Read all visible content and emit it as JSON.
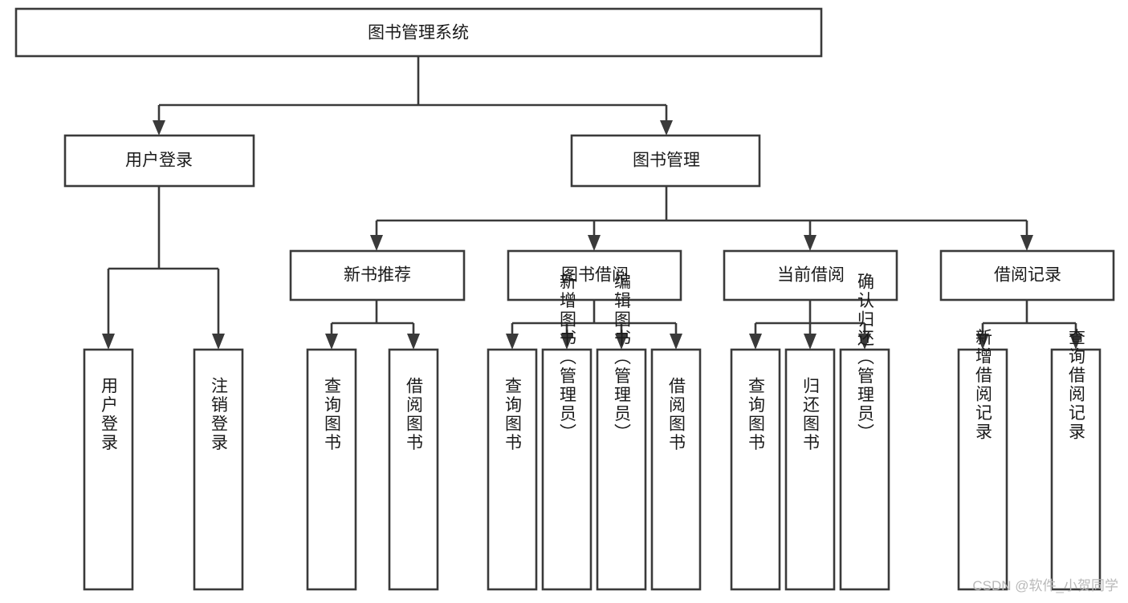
{
  "diagram": {
    "type": "tree",
    "title": "图书管理系统",
    "watermark": "CSDN @软件_小贺同学",
    "nodes": {
      "root": {
        "label": "图书管理系统"
      },
      "level2": [
        {
          "label": "用户登录"
        },
        {
          "label": "图书管理"
        }
      ],
      "level3": [
        {
          "label": "新书推荐"
        },
        {
          "label": "图书借阅"
        },
        {
          "label": "当前借阅"
        },
        {
          "label": "借阅记录"
        }
      ],
      "leaves_user_login": [
        {
          "label": "用户登录"
        },
        {
          "label": "注销登录"
        }
      ],
      "leaves_new_book": [
        {
          "label": "查询图书"
        },
        {
          "label": "借阅图书"
        }
      ],
      "leaves_book_borrow": [
        {
          "label": "查询图书"
        },
        {
          "label": "新增图书（管理员）"
        },
        {
          "label": "编辑图书（管理员）"
        },
        {
          "label": "借阅图书"
        }
      ],
      "leaves_current_borrow": [
        {
          "label": "查询图书"
        },
        {
          "label": "归还图书"
        },
        {
          "label": "确认归还（管理员）"
        }
      ],
      "leaves_borrow_record": [
        {
          "label": "新增借阅记录"
        },
        {
          "label": "查询借阅记录"
        }
      ]
    },
    "colors": {
      "stroke": "#3a3a3a",
      "fill": "#ffffff",
      "text": "#1a1a1a",
      "watermark": "#b9b9b9"
    }
  }
}
